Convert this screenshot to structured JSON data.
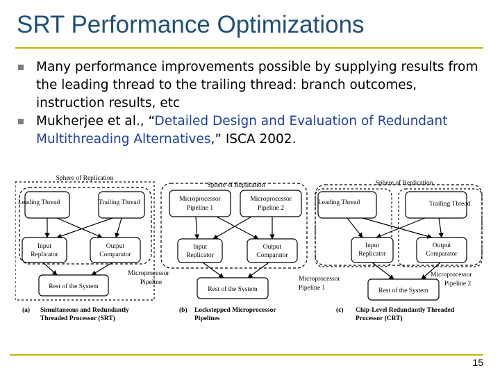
{
  "slide": {
    "title": "SRT Performance Optimizations",
    "page_number": "15"
  },
  "bullets": [
    {
      "text": "Many performance improvements possible by supplying results from the leading thread to the trailing thread: branch outcomes, instruction results, etc"
    },
    {
      "prefix": "Mukherjee et al., “",
      "link": "Detailed Design and Evaluation of Redundant Multithreading Alternatives",
      "suffix": ",” ISCA 2002."
    }
  ],
  "figure": {
    "a": {
      "sphere": "Sphere of Replication",
      "leading": "Leading Thread",
      "trailing": "Trailing Thread",
      "input_1": "Input",
      "input_2": "Replicator",
      "output_1": "Output",
      "output_2": "Comparator",
      "rest": "Rest of the System",
      "side_1": "Microprocessor",
      "side_2": "Pipeline",
      "caption_label": "(a)",
      "caption_1": "Simultaneous    and    Redundantly",
      "caption_2": "Threaded Processor (SRT)"
    },
    "b": {
      "sphere": "Sphere of Replication",
      "p1_1": "Microprocessor",
      "p1_2": "Pipeline 1",
      "p2_1": "Microprocessor",
      "p2_2": "Pipeline 2",
      "input_1": "Input",
      "input_2": "Replicator",
      "output_1": "Output",
      "output_2": "Comparator",
      "rest": "Rest of the System",
      "caption_label": "(b)",
      "caption_1": "Lockstepped    Microprocessor",
      "caption_2": "Pipelines"
    },
    "c": {
      "sphere": "Sphere of Replication",
      "leading": "Leading Thread",
      "trailing": "Trailing Thread",
      "input_1": "Input",
      "input_2": "Replicator",
      "output_1": "Output",
      "output_2": "Comparator",
      "rest": "Rest of the System",
      "left_1": "Microprocessor",
      "left_2": "Pipeline 1",
      "right_1": "Microprocessor",
      "right_2": "Pipeline 2",
      "caption_label": "(c)",
      "caption_1": "Chip-Level Redundantly Threaded",
      "caption_2": "Processor (CRT)"
    }
  }
}
